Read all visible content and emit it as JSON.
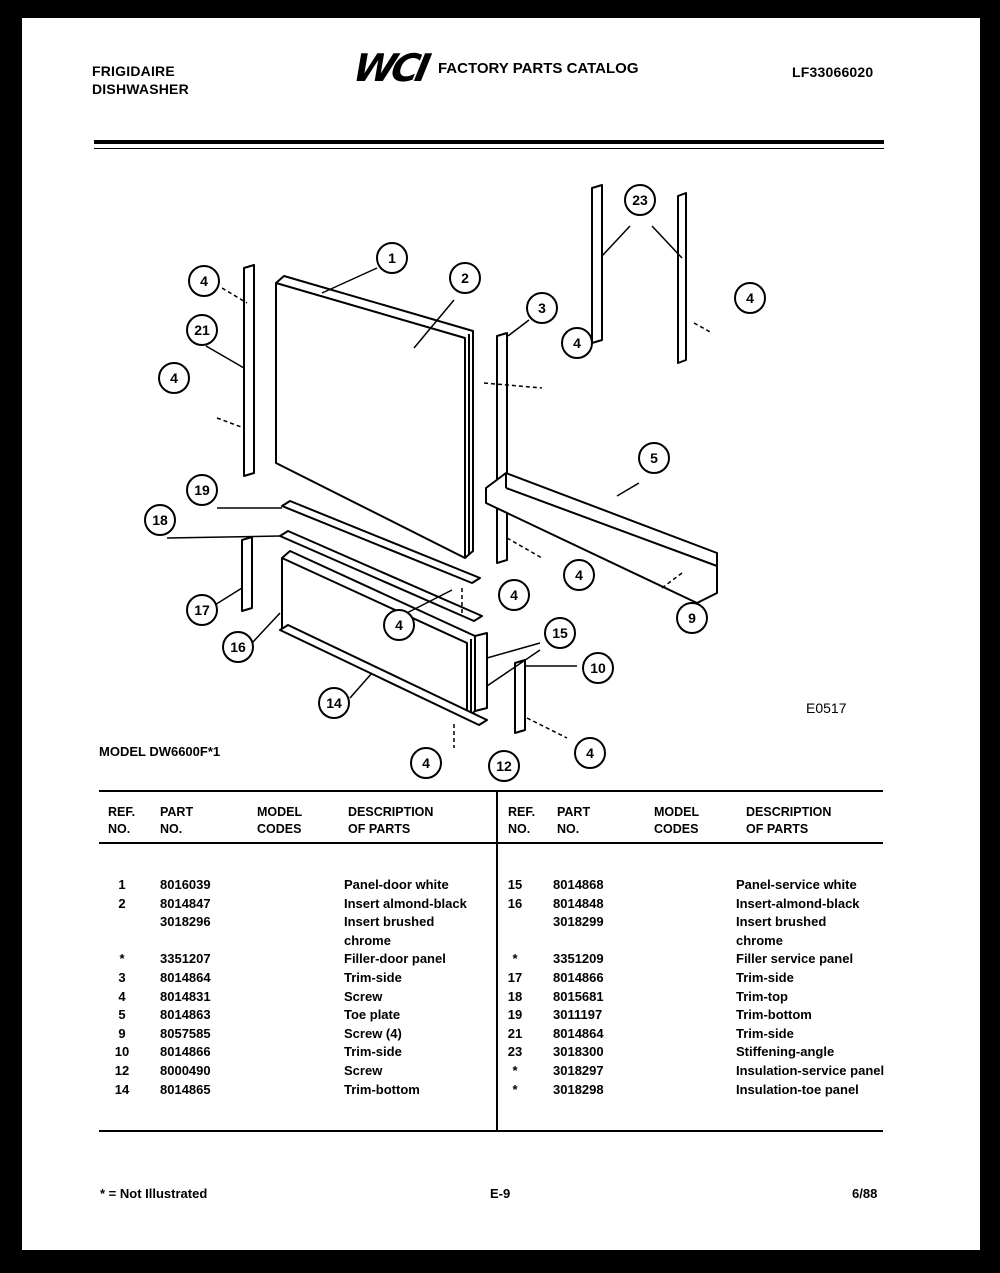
{
  "header": {
    "brand_line1": "FRIGIDAIRE",
    "brand_line2": "DISHWASHER",
    "logo_text": "WCI",
    "catalog_title": "FACTORY PARTS CATALOG",
    "catalog_number": "LF33066020"
  },
  "diagram": {
    "callouts": [
      "1",
      "2",
      "3",
      "4",
      "5",
      "9",
      "10",
      "12",
      "14",
      "15",
      "16",
      "17",
      "18",
      "19",
      "21",
      "23"
    ],
    "code": "E0517"
  },
  "model": "MODEL DW6600F*1",
  "table": {
    "headers": {
      "ref": "REF.\nNO.",
      "part": "PART\nNO.",
      "model": "MODEL\nCODES",
      "desc": "DESCRIPTION\nOF PARTS"
    },
    "left": [
      {
        "ref": "1",
        "part": "8016039",
        "desc": "Panel-door white"
      },
      {
        "ref": "2",
        "part": "8014847",
        "desc": "Insert almond-black"
      },
      {
        "ref": "",
        "part": "3018296",
        "desc": "Insert brushed"
      },
      {
        "ref": "",
        "part": "",
        "desc": "chrome"
      },
      {
        "ref": "*",
        "part": "3351207",
        "desc": "Filler-door panel"
      },
      {
        "ref": "3",
        "part": "8014864",
        "desc": "Trim-side"
      },
      {
        "ref": "4",
        "part": "8014831",
        "desc": "Screw"
      },
      {
        "ref": "5",
        "part": "8014863",
        "desc": "Toe plate"
      },
      {
        "ref": "9",
        "part": "8057585",
        "desc": "Screw (4)"
      },
      {
        "ref": "10",
        "part": "8014866",
        "desc": "Trim-side"
      },
      {
        "ref": "12",
        "part": "8000490",
        "desc": "Screw"
      },
      {
        "ref": "14",
        "part": "8014865",
        "desc": "Trim-bottom"
      }
    ],
    "right": [
      {
        "ref": "15",
        "part": "8014868",
        "desc": "Panel-service white"
      },
      {
        "ref": "16",
        "part": "8014848",
        "desc": "Insert-almond-black"
      },
      {
        "ref": "",
        "part": "3018299",
        "desc": "Insert brushed"
      },
      {
        "ref": "",
        "part": "",
        "desc": "chrome"
      },
      {
        "ref": "*",
        "part": "3351209",
        "desc": "Filler service panel"
      },
      {
        "ref": "17",
        "part": "8014866",
        "desc": "Trim-side"
      },
      {
        "ref": "18",
        "part": "8015681",
        "desc": "Trim-top"
      },
      {
        "ref": "19",
        "part": "3011197",
        "desc": "Trim-bottom"
      },
      {
        "ref": "21",
        "part": "8014864",
        "desc": "Trim-side"
      },
      {
        "ref": "23",
        "part": "3018300",
        "desc": "Stiffening-angle"
      },
      {
        "ref": "*",
        "part": "3018297",
        "desc": "Insulation-service panel"
      },
      {
        "ref": "*",
        "part": "3018298",
        "desc": "Insulation-toe panel"
      }
    ]
  },
  "footer": {
    "note": "* = Not Illustrated",
    "page": "E-9",
    "date": "6/88"
  }
}
